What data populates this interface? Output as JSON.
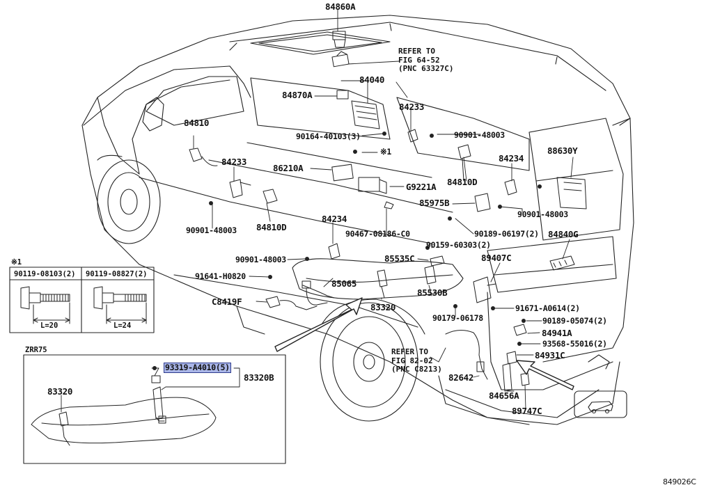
{
  "diagram": {
    "figure_code": "849026C",
    "callouts": {
      "p84860A": "84860A",
      "p84040": "84040",
      "p84870A": "84870A",
      "p84233a": "84233",
      "p84233b": "84233",
      "p84810": "84810",
      "p90164": "90164-40103(3)",
      "p90901a": "90901-48003",
      "p90901b": "90901-48003",
      "p90901c": "90901-48003",
      "p90901d": "90901-48003",
      "star1": "※1",
      "p86210A": "86210A",
      "pG9221A": "G9221A",
      "p88630Y": "88630Y",
      "p84234a": "84234",
      "p84234b": "84234",
      "p84810D_r": "84810D",
      "p84810D_l": "84810D",
      "p85975B": "85975B",
      "p90467": "90467-08186-C0",
      "p90189a": "90189-06197(2)",
      "p84840G": "84840G",
      "p90159": "90159-60303(2)",
      "p85535C": "85535C",
      "p89407C": "89407C",
      "p91641": "91641-H0820",
      "p85065": "85065",
      "p85530B": "85530B",
      "p83320a": "83320",
      "pC8419F": "C8419F",
      "p91671": "91671-A0614(2)",
      "p90179": "90179-06178",
      "p90189b": "90189-05074(2)",
      "p84941A": "84941A",
      "p93568": "93568-55016(2)",
      "p84931C": "84931C",
      "p82642": "82642",
      "p84656A": "84656A",
      "p89747C": "89747C",
      "p93319": "93319-A4010(5)",
      "p83320B": "83320B",
      "p83320b": "83320"
    },
    "refer_top": [
      "REFER TO",
      "FIG 64-52",
      "(PNC 63327C)"
    ],
    "refer_bottom": [
      "REFER TO",
      "FIG 82-02",
      "(PNC C8213)"
    ],
    "bolt_table": {
      "mark": "※1",
      "columns": [
        {
          "part": "90119-08103(2)",
          "length": "L=20"
        },
        {
          "part": "90119-08827(2)",
          "length": "L=24"
        }
      ]
    },
    "inset": {
      "title": "ZRR75"
    }
  }
}
